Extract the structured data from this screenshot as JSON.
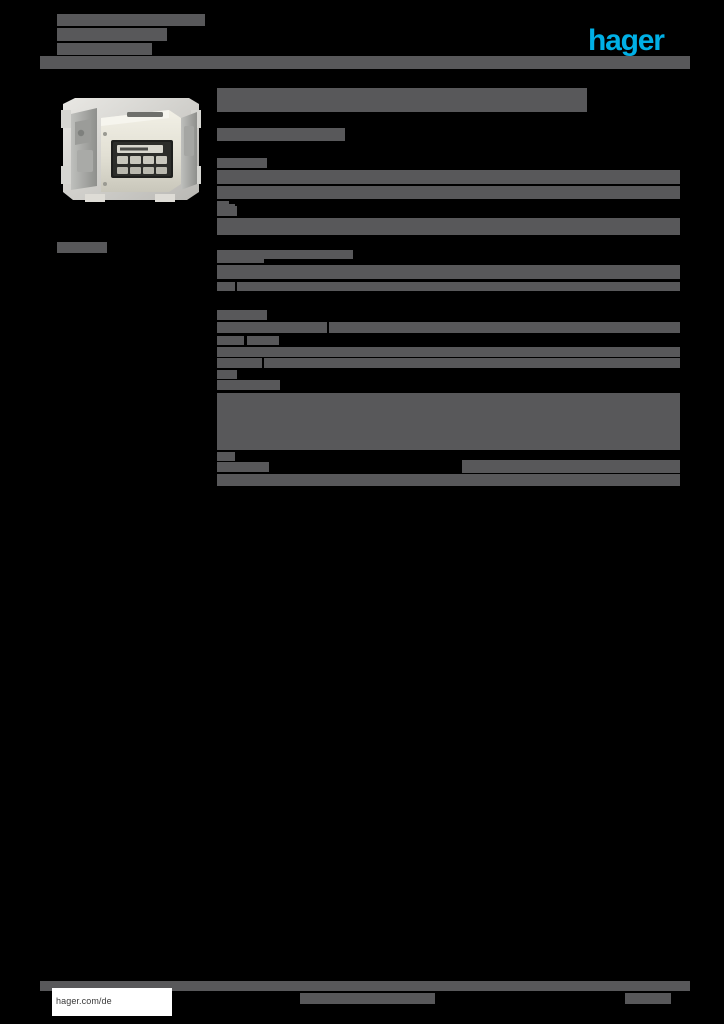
{
  "document": {
    "kind": "product-datasheet-page",
    "page_background": "#000000",
    "redaction_color": "#58585a"
  },
  "header": {
    "doc_type_line": "",
    "reference_line": "",
    "subline": "",
    "logo": {
      "name": "hager-logo",
      "text": "hager",
      "color": "#00b0e6"
    }
  },
  "product_image": {
    "icon": "product-photo-icon",
    "caption": "",
    "alt": "Hager flush-mounted insert module with terminal connector block"
  },
  "title": {
    "heading": "",
    "subheading": ""
  },
  "spec_table": {
    "groups": [
      {
        "label": "",
        "rows": [
          {
            "label": "",
            "value": "",
            "unit": ""
          },
          {
            "label": "",
            "value": "",
            "unit": ""
          },
          {
            "label": "",
            "value": "",
            "unit": ""
          }
        ]
      },
      {
        "label": "",
        "rows": [
          {
            "label": "",
            "value": "",
            "unit": ""
          },
          {
            "label": "",
            "value": "",
            "unit": ""
          }
        ]
      },
      {
        "label": "",
        "rows": [
          {
            "label": "",
            "value": "",
            "unit": ""
          },
          {
            "label": "",
            "value": "",
            "unit": ""
          },
          {
            "label": "",
            "value": "",
            "unit": ""
          },
          {
            "label": "",
            "value": "",
            "unit": ""
          },
          {
            "label": "",
            "value": "",
            "unit": ""
          },
          {
            "label": "",
            "value": "",
            "unit": ""
          }
        ]
      }
    ]
  },
  "footer": {
    "url": "hager.com/de",
    "center_note": "",
    "center_note_2": "",
    "page_number": ""
  }
}
